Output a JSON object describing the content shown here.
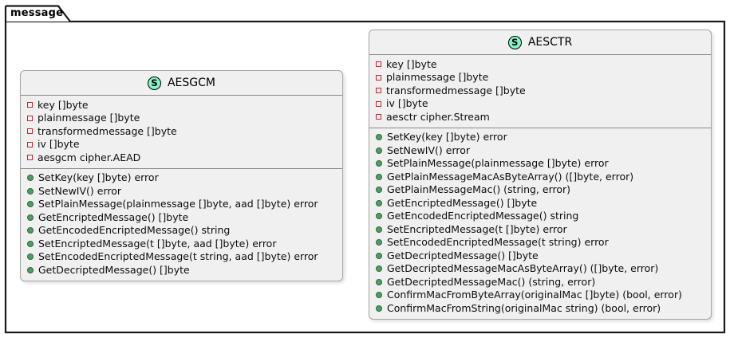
{
  "package": {
    "name": "message"
  },
  "colors": {
    "class_fill": "#F0F0F0",
    "class_border": "#A6A6A6",
    "package_border": "#1A1A1A",
    "struct_circle_fill": "#84F5C4",
    "private_field_marker": "#C0272D",
    "public_method_marker": "#4E9E63"
  },
  "classes": [
    {
      "name": "AESGCM",
      "stereotype_letter": "S",
      "fields": [
        "key []byte",
        "plainmessage []byte",
        "transformedmessage []byte",
        "iv []byte",
        "aesgcm cipher.AEAD"
      ],
      "methods": [
        "SetKey(key []byte) error",
        "SetNewIV() error",
        "SetPlainMessage(plainmessage []byte, aad []byte) error",
        "GetEncriptedMessage() []byte",
        "GetEncodedEncriptedMessage() string",
        "SetEncriptedMessage(t []byte, aad []byte) error",
        "SetEncodedEncriptedMessage(t string, aad []byte) error",
        "GetDecriptedMessage() []byte"
      ]
    },
    {
      "name": "AESCTR",
      "stereotype_letter": "S",
      "fields": [
        "key []byte",
        "plainmessage []byte",
        "transformedmessage []byte",
        "iv []byte",
        "aesctr cipher.Stream"
      ],
      "methods": [
        "SetKey(key []byte) error",
        "SetNewIV() error",
        "SetPlainMessage(plainmessage []byte) error",
        "GetPlainMessageMacAsByteArray() ([]byte, error)",
        "GetPlainMessageMac() (string, error)",
        "GetEncriptedMessage() []byte",
        "GetEncodedEncriptedMessage() string",
        "SetEncriptedMessage(t []byte) error",
        "SetEncodedEncriptedMessage(t string) error",
        "GetDecriptedMessage() []byte",
        "GetDecriptedMessageMacAsByteArray() ([]byte, error)",
        "GetDecriptedMessageMac() (string, error)",
        "ConfirmMacFromByteArray(originalMac []byte) (bool, error)",
        "ConfirmMacFromString(originalMac string) (bool, error)"
      ]
    }
  ]
}
